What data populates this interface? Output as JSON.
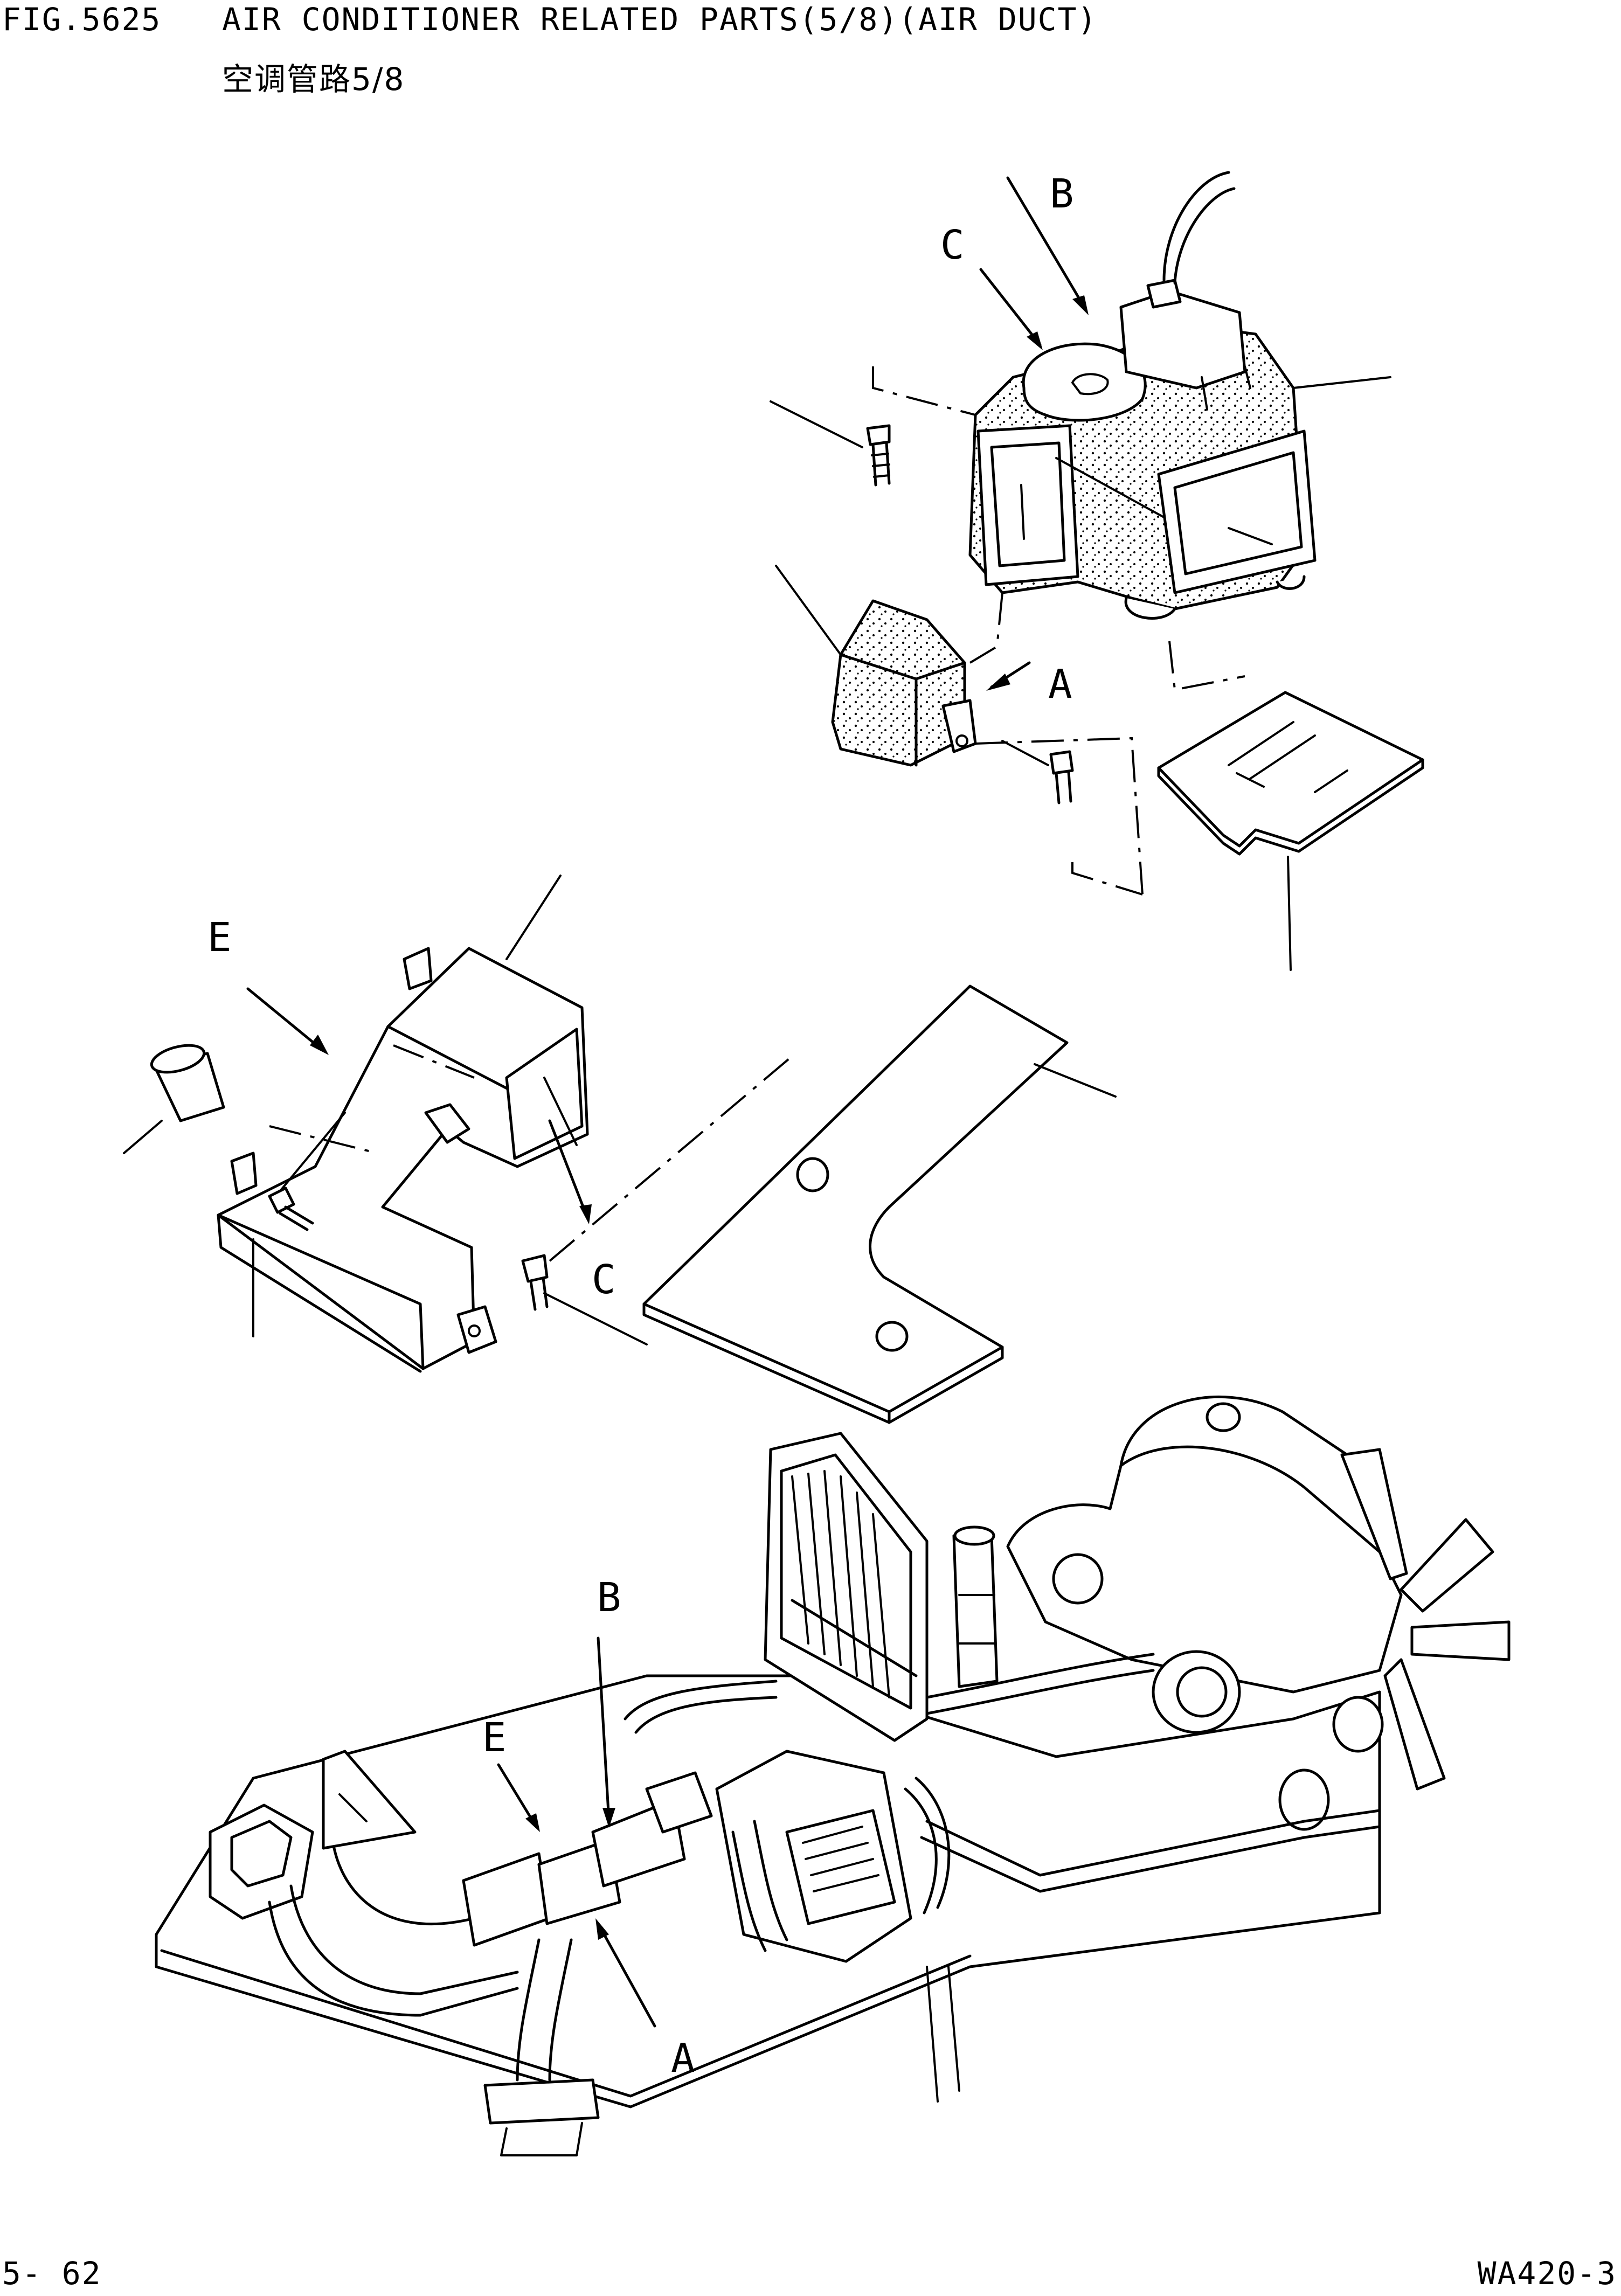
{
  "header": {
    "figure": "FIG.5625",
    "title": "AIR CONDITIONER RELATED PARTS(5/8)(AIR DUCT)",
    "subtitle_cn": "空调管路5/8"
  },
  "footer": {
    "page": "5- 62",
    "model": "WA420-3"
  },
  "callouts": {
    "top_b": "B",
    "top_c": "C",
    "top_a": "A",
    "mid_e": "E",
    "mid_c": "C",
    "bot_b": "B",
    "bot_e": "E",
    "bot_a": "A"
  }
}
